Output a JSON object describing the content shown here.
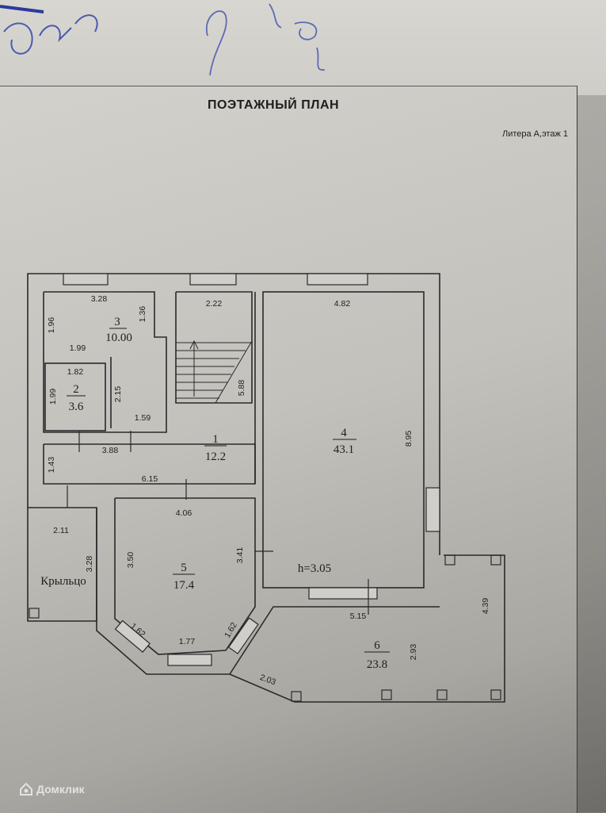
{
  "header": {
    "title": "ПОЭТАЖНЫЙ ПЛАН",
    "litera": "Литера А,этаж 1"
  },
  "rooms": [
    {
      "number": "1",
      "area": "12.2"
    },
    {
      "number": "2",
      "area": "3.6"
    },
    {
      "number": "3",
      "area": "10.00"
    },
    {
      "number": "4",
      "area": "43.1"
    },
    {
      "number": "5",
      "area": "17.4"
    },
    {
      "number": "6",
      "area": "23.8"
    }
  ],
  "porch_label": "Крыльцо",
  "height_label": "h=3.05",
  "dimensions": {
    "room3_top": "3.28",
    "room3_right": "1.36",
    "room3_left": "1.96",
    "room3_bottom": "1.99",
    "stair_top": "2.22",
    "room4_top": "4.82",
    "room2_top": "1.82",
    "room2_left": "1.99",
    "hall_inner_vert": "2.15",
    "hall_inner_bottom": "1.59",
    "hall_stair_vert": "5.88",
    "room4_right": "8.95",
    "hall_mid": "3.88",
    "hall_left": "1.43",
    "hall_bottom": "6.15",
    "porch_top": "2.11",
    "porch_right": "3.28",
    "room5_top": "4.06",
    "room5_left": "3.50",
    "room5_right": "3.41",
    "room5_bay_left": "1.62",
    "room5_bay_bottom": "1.77",
    "room5_bay_right": "1.62",
    "room6_top": "5.15",
    "room6_inner": "2.93",
    "room6_right": "4.39",
    "room6_bottom": "2.03"
  },
  "watermark": "Домклик",
  "colors": {
    "ink": "#1e1e1e",
    "wall": "#2a2a2a",
    "pen": "#3a4fb0"
  }
}
